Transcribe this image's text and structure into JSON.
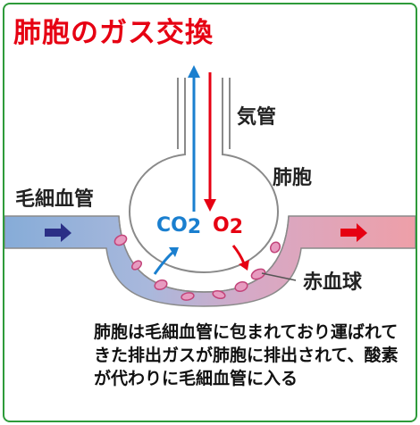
{
  "title": "肺胞のガス交換",
  "labels": {
    "trachea": "気管",
    "alveolus": "肺胞",
    "capillary": "毛細血管",
    "red_blood_cell": "赤血球"
  },
  "gases": {
    "co2_main": "CO",
    "co2_sub": "2",
    "o2_main": "O",
    "o2_sub": "2"
  },
  "caption": "肺胞は毛細血管に包まれており運ばれてきた排出ガスが肺胞に排出されて、酸素が代わりに毛細血管に入る",
  "colors": {
    "title": "#e60012",
    "border": "#2e9b3a",
    "co2_arrow": "#1a7fcf",
    "o2_arrow": "#e60012",
    "blood_blue": "#7fa7d6",
    "blood_pink": "#eda0aa",
    "flow_arrow_left": "#2b2f86",
    "flow_arrow_right": "#e60012"
  }
}
